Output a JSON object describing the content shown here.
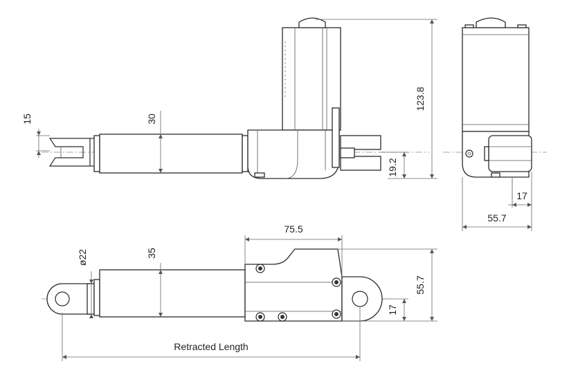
{
  "dimensions": {
    "side_top_width": "15",
    "side_rod_dia": "30",
    "overall_height": "123.8",
    "side_offset": "19.2",
    "front_offset": "17",
    "front_width": "55.7",
    "top_housing_length": "75.5",
    "eye_dia": "ø22",
    "top_rod_dia": "35",
    "top_height": "55.7",
    "top_offset": "17",
    "retracted_length": "Retracted Length"
  }
}
